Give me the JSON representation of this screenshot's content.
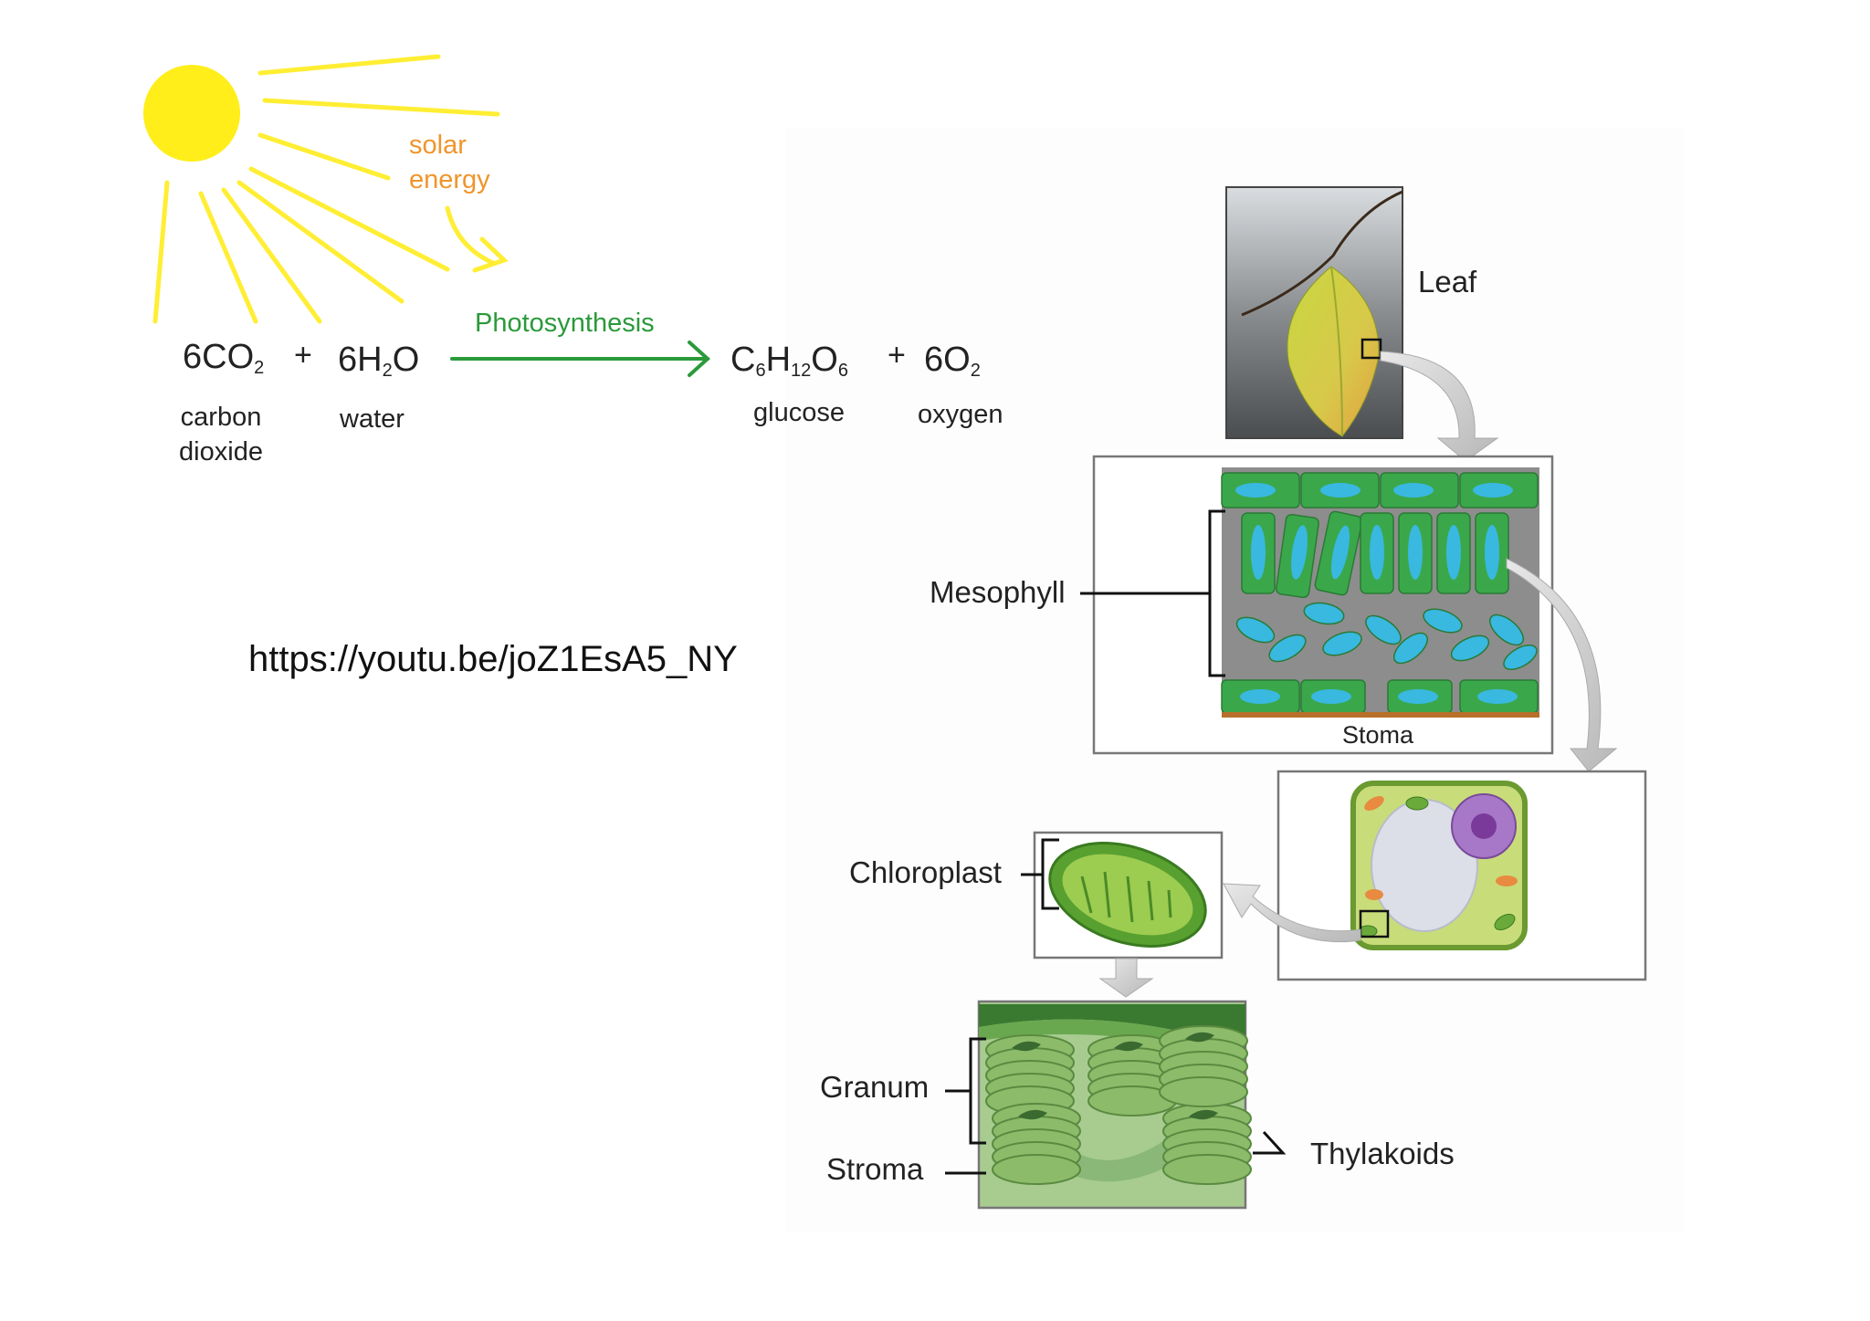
{
  "equation": {
    "reactant1": {
      "coef": "6CO",
      "sub": "2",
      "name": "carbon dioxide"
    },
    "plus1": "+",
    "reactant2": {
      "pre": "6H",
      "sub": "2",
      "post": "O",
      "name": "water"
    },
    "arrow_label": "Photosynthesis",
    "product1": {
      "c": "C",
      "c_sub": "6",
      "h": "H",
      "h_sub": "12",
      "o": "O",
      "o_sub": "6",
      "name": "glucose"
    },
    "plus2": "+",
    "product2": {
      "coef": "6O",
      "sub": "2",
      "name": "oxygen"
    }
  },
  "solar": {
    "line1": "solar",
    "line2": "energy"
  },
  "url": "https://youtu.be/joZ1EsA5_NY",
  "diagram": {
    "leaf": "Leaf",
    "mesophyll": "Mesophyll",
    "stoma_top": "Stoma",
    "chloroplast": "Chloroplast",
    "granum": "Granum",
    "stroma": "Stroma",
    "thylakoids": "Thylakoids"
  },
  "colors": {
    "sun": "#ffee1a",
    "sun_rays": "#ffee33",
    "solar_text": "#f0952b",
    "photosynthesis_arrow": "#2a9a3a",
    "cell_green": "#3aa84a",
    "chloroplast_blue": "#39b8e0"
  }
}
